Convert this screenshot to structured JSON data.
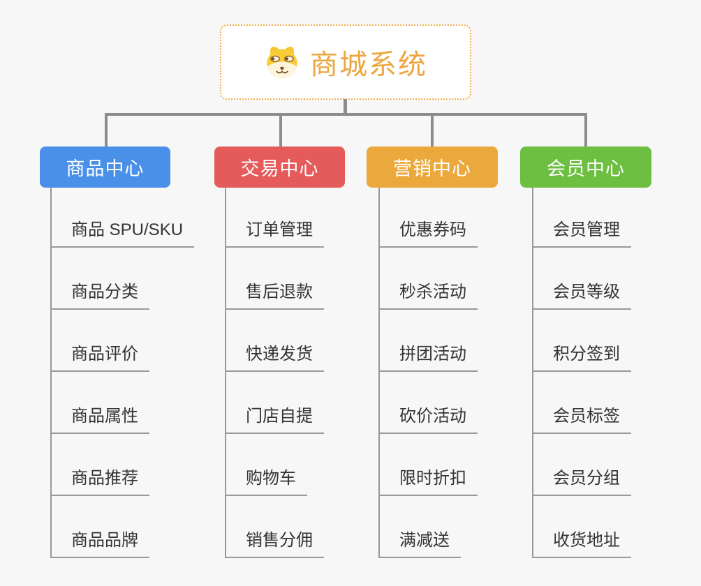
{
  "root": {
    "title": "商城系统",
    "icon": "dog-face-icon",
    "accent_color": "#eda63e",
    "border_color": "#f3ad4a"
  },
  "branches": [
    {
      "label": "商品中心",
      "color": "#4a90e8",
      "items": [
        "商品 SPU/SKU",
        "商品分类",
        "商品评价",
        "商品属性",
        "商品推荐",
        "商品品牌"
      ]
    },
    {
      "label": "交易中心",
      "color": "#e55b5b",
      "items": [
        "订单管理",
        "售后退款",
        "快递发货",
        "门店自提",
        "购物车",
        "销售分佣"
      ]
    },
    {
      "label": "营销中心",
      "color": "#eba93d",
      "items": [
        "优惠券码",
        "秒杀活动",
        "拼团活动",
        "砍价活动",
        "限时折扣",
        "满减送"
      ]
    },
    {
      "label": "会员中心",
      "color": "#6cbf40",
      "items": [
        "会员管理",
        "会员等级",
        "积分签到",
        "会员标签",
        "会员分组",
        "收货地址"
      ]
    }
  ],
  "connector_color": "#8c8c8c",
  "leaf_line_color": "#999999",
  "background_color": "#f7f7f7"
}
